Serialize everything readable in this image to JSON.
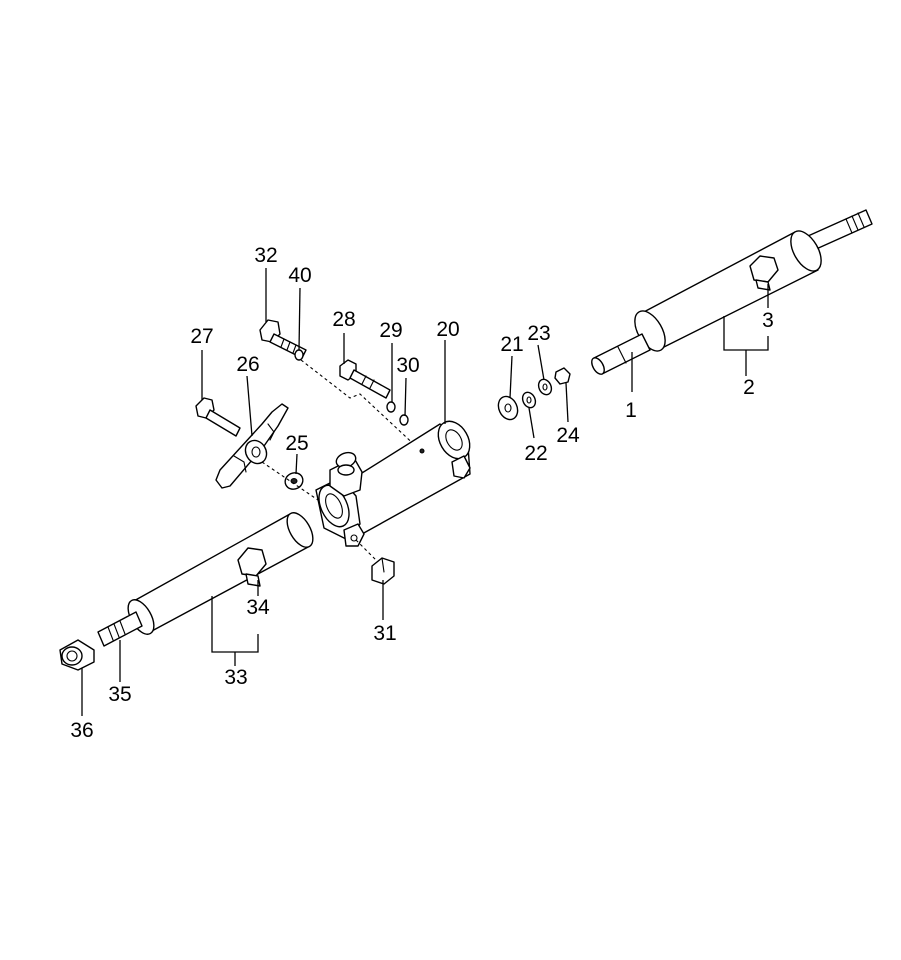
{
  "diagram": {
    "callouts": [
      {
        "id": "c1",
        "text": "1"
      },
      {
        "id": "c2",
        "text": "2"
      },
      {
        "id": "c3",
        "text": "3"
      },
      {
        "id": "c20",
        "text": "20"
      },
      {
        "id": "c21",
        "text": "21"
      },
      {
        "id": "c22",
        "text": "22"
      },
      {
        "id": "c23",
        "text": "23"
      },
      {
        "id": "c24",
        "text": "24"
      },
      {
        "id": "c25",
        "text": "25"
      },
      {
        "id": "c26",
        "text": "26"
      },
      {
        "id": "c27",
        "text": "27"
      },
      {
        "id": "c28",
        "text": "28"
      },
      {
        "id": "c29",
        "text": "29"
      },
      {
        "id": "c30",
        "text": "30"
      },
      {
        "id": "c31",
        "text": "31"
      },
      {
        "id": "c32",
        "text": "32"
      },
      {
        "id": "c33",
        "text": "33"
      },
      {
        "id": "c34",
        "text": "34"
      },
      {
        "id": "c35",
        "text": "35"
      },
      {
        "id": "c36",
        "text": "36"
      },
      {
        "id": "c40",
        "text": "40"
      }
    ]
  }
}
